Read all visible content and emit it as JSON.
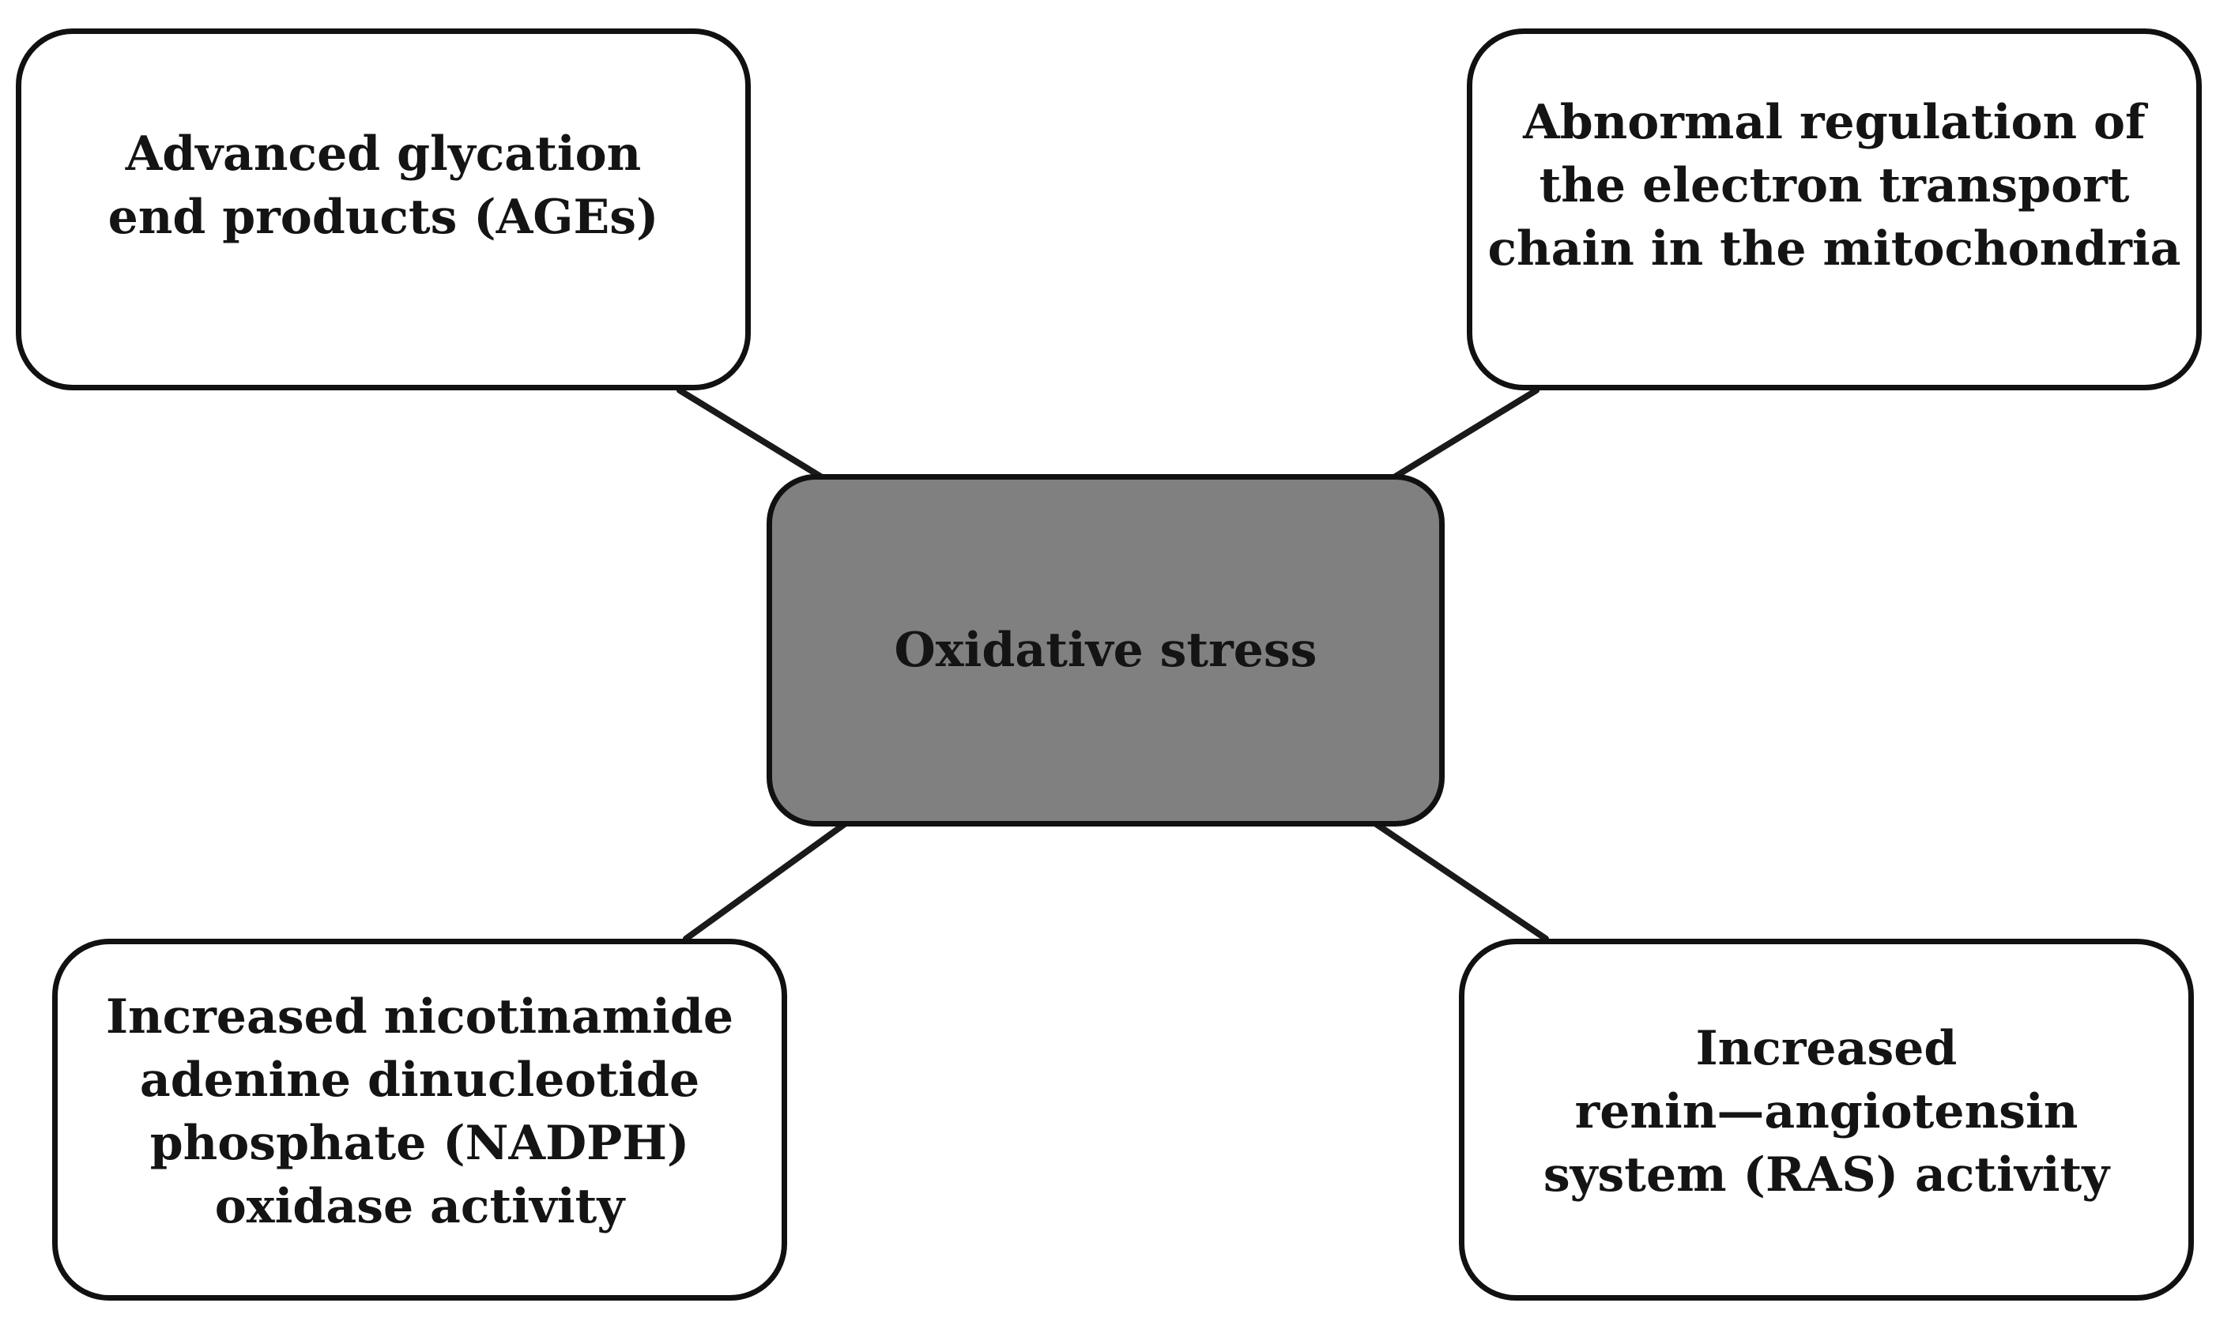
{
  "colors": {
    "center_fill": "#808080",
    "box_fill": "#ffffff",
    "border": "#111111",
    "connector": "#1a1a1a",
    "text": "#141414"
  },
  "center": {
    "label": "Oxidative stress"
  },
  "nodes": {
    "top_left": {
      "lines": [
        "Advanced glycation",
        "end products (AGEs)"
      ]
    },
    "top_right": {
      "lines": [
        "Abnormal regulation of",
        "the electron transport",
        "chain in the mitochondria"
      ]
    },
    "bottom_left": {
      "lines": [
        "Increased nicotinamide",
        "adenine dinucleotide",
        "phosphate (NADPH)",
        "oxidase activity"
      ]
    },
    "bottom_right": {
      "lines": [
        "Increased",
        "renin—angiotensin",
        "system (RAS) activity"
      ]
    }
  }
}
